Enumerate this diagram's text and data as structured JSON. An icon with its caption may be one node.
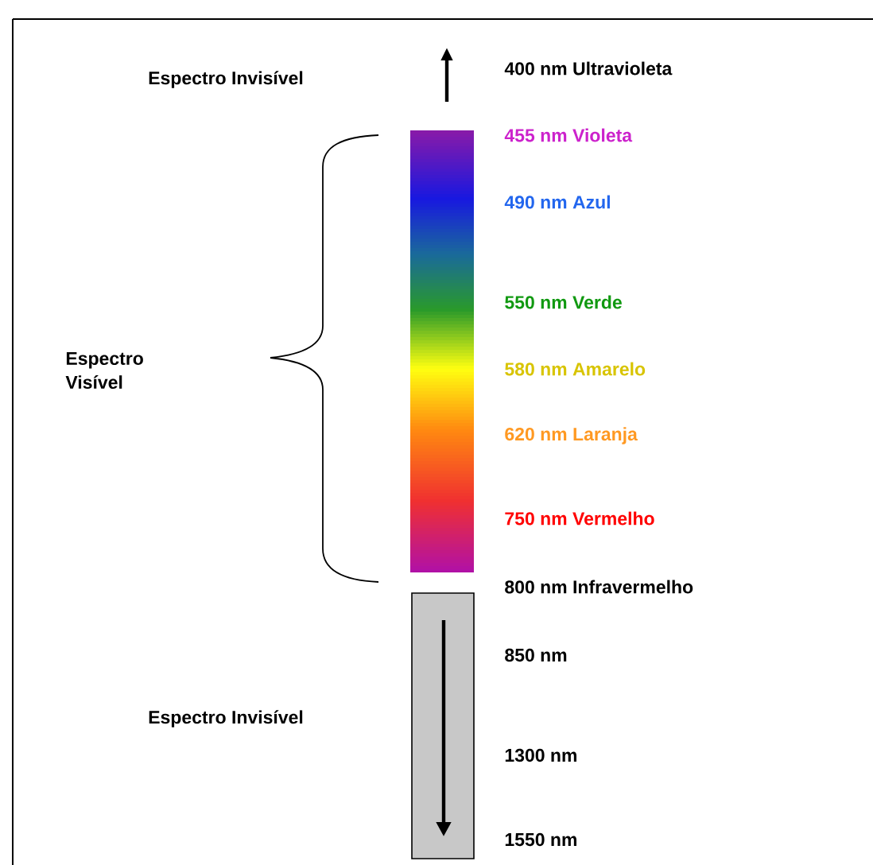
{
  "diagram": {
    "labels": [
      "Espectro Invisível",
      "400 nm Ultravioleta",
      "455 nm Violeta",
      "490 nm Azul",
      "550 nm Verde",
      "Espectro Visível",
      "580 nm Amarelo",
      "620 nm Laranja",
      "750 nm Vermelho",
      "800 nm Infravermelho",
      "850 nm",
      "Espectro Invisível",
      "1300 nm",
      "1550 nm"
    ]
  }
}
